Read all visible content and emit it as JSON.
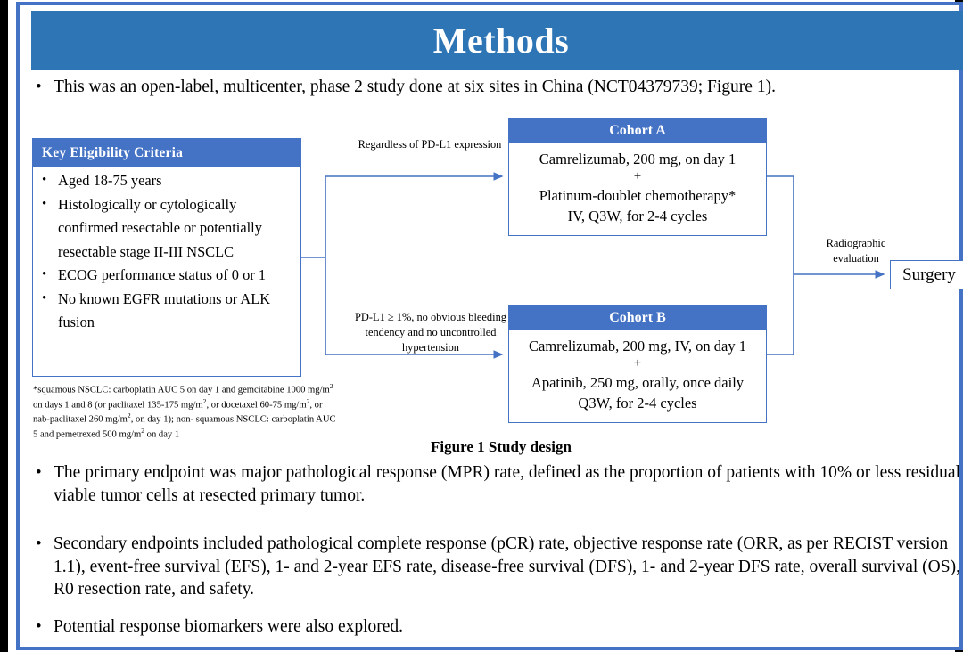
{
  "slide": {
    "title": "Methods",
    "accent_blue": "#2E75B6",
    "box_blue": "#4472C4",
    "frame_color": "#4472C4",
    "background": "#ffffff",
    "outer_border": "#000000"
  },
  "intro_bullet": {
    "marker": "•",
    "text": "This was an open-label, multicenter, phase 2 study done at six sites in China (NCT04379739; Figure 1)."
  },
  "figure": {
    "caption": "Figure 1 Study design",
    "eligibility": {
      "header": "Key  Eligibility Criteria",
      "marker": "•",
      "items": [
        "Aged 18-75 years",
        "Histologically or cytologically confirmed resectable or potentially resectable stage II-III  NSCLC",
        "ECOG performance status of 0 or 1",
        "No known EGFR mutations or ALK fusion"
      ]
    },
    "footnote": {
      "line1_a": "*squamous NSCLC: carboplatin AUC 5 on day 1 and gemcitabine 1000 mg/m",
      "line1_sup": "2",
      "line1_b": " on days 1 and 8 (or",
      "line2_a": "paclitaxel 135-175 mg/m",
      "line2_sup1": "2",
      "line2_b": ", or docetaxel 60-75 mg/m",
      "line2_sup2": "2",
      "line2_c": ", or nab-paclitaxel 260 mg/m",
      "line2_sup3": "2",
      "line2_d": ", on day 1); non-",
      "line3_a": "squamous NSCLC: carboplatin AUC 5 and pemetrexed 500 mg/m",
      "line3_sup": "2",
      "line3_b": " on day 1"
    },
    "annotations": {
      "arm_a_condition": "Regardless of PD-L1 expression",
      "arm_b_condition": "PD-L1 ≥ 1%, no obvious bleeding tendency and no uncontrolled hypertension",
      "evaluation": "Radiographic evaluation"
    },
    "cohort_a": {
      "header": "Cohort A",
      "line1": "Camrelizumab, 200 mg, on day 1",
      "plus": "+",
      "line2": "Platinum-doublet chemotherapy*",
      "line3": "IV, Q3W, for 2-4 cycles"
    },
    "cohort_b": {
      "header": "Cohort B",
      "line1": "Camrelizumab, 200 mg, IV, on day 1",
      "plus": "+",
      "line2": "Apatinib, 250 mg, orally, once daily",
      "line3": "Q3W, for 2-4 cycles"
    },
    "surgery": {
      "label": "Surgery"
    }
  },
  "endpoint_bullets": [
    {
      "marker": "•",
      "text": "The primary endpoint was major pathological response (MPR) rate, defined as the proportion of patients with 10% or less residual viable tumor cells at resected primary tumor."
    },
    {
      "marker": "•",
      "text": "Secondary endpoints included pathological complete response (pCR) rate, objective response rate (ORR, as per RECIST version 1.1), event-free survival (EFS), 1- and 2-year EFS rate, disease-free survival (DFS), 1- and 2-year DFS rate, overall survival (OS), R0 resection rate, and safety."
    },
    {
      "marker": "•",
      "text": "Potential response biomarkers were also explored."
    }
  ]
}
